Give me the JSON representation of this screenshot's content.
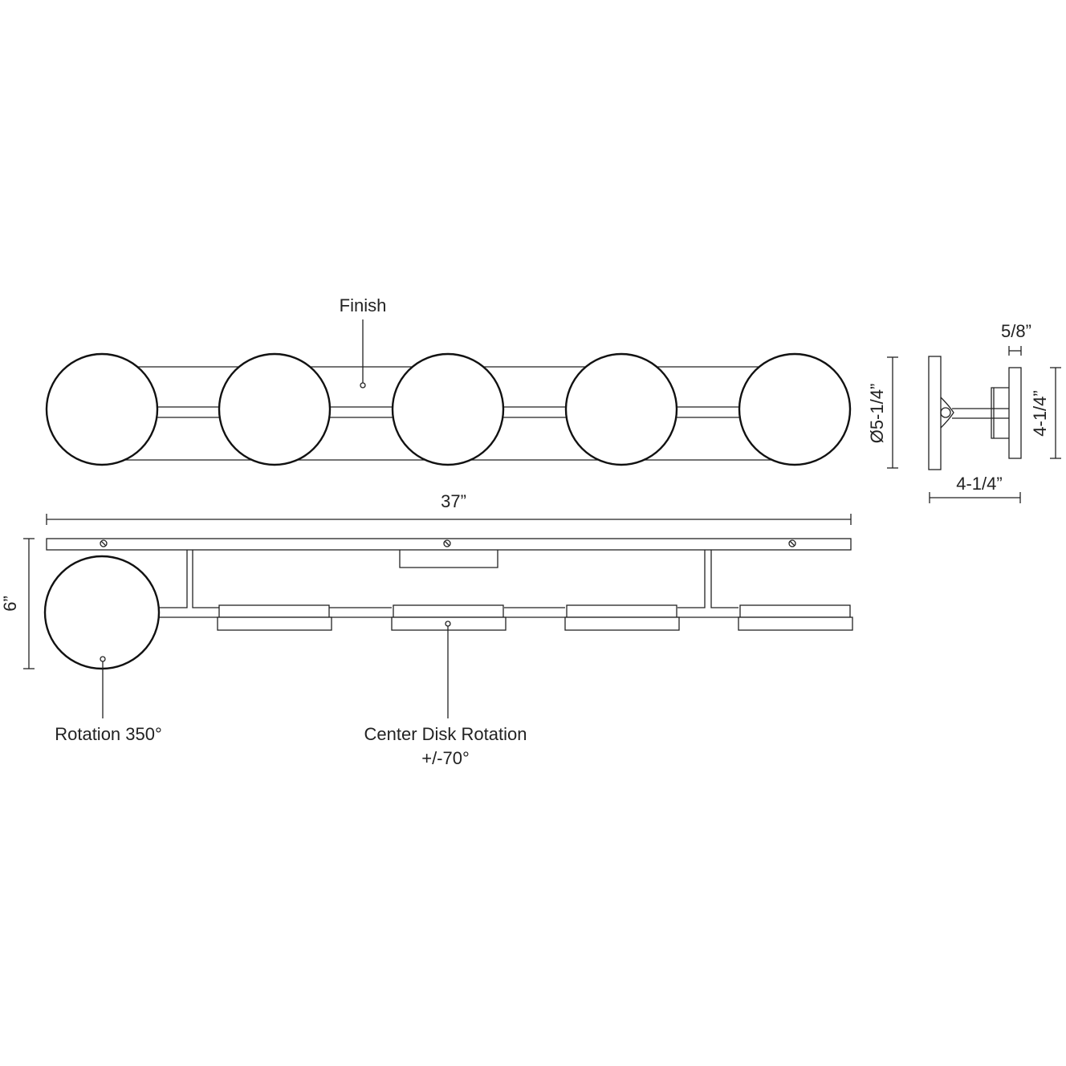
{
  "labels": {
    "finish": "Finish",
    "width": "37”",
    "height": "6”",
    "diameter": "Ø5-1/4”",
    "plate_thickness": "5/8”",
    "backplate_height": "4-1/4”",
    "depth": "4-1/4”",
    "rotation": "Rotation 350°",
    "center_rotation_line1": "Center Disk Rotation",
    "center_rotation_line2": "+/-70°"
  },
  "colors": {
    "line": "#222222",
    "background": "#ffffff"
  }
}
